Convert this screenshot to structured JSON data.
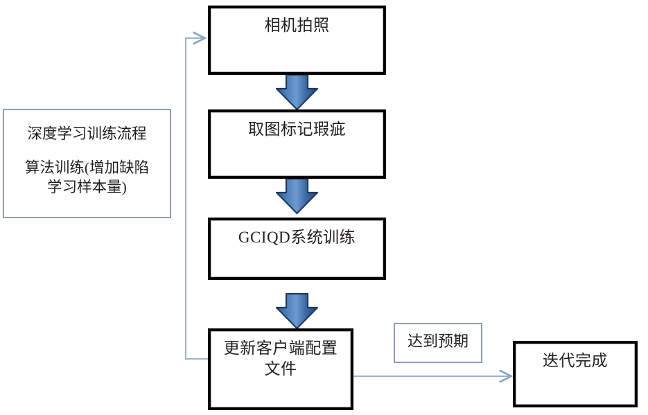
{
  "diagram": {
    "title_note": {
      "line1": "深度学习训练流程",
      "line2": "算法训练(增加缺陷",
      "line3": "学习样本量)"
    },
    "nodes": [
      {
        "id": "capture",
        "label": "相机拍照"
      },
      {
        "id": "annotate",
        "label": "取图标记瑕疵"
      },
      {
        "id": "train",
        "label": "GCIQD系统训练"
      },
      {
        "id": "update",
        "label_line1": "更新客户端配置",
        "label_line2": "文件"
      },
      {
        "id": "done",
        "label": "迭代完成"
      }
    ],
    "edge_labels": [
      {
        "id": "expected",
        "label": "达到预期"
      }
    ],
    "colors": {
      "box_border": "#000000",
      "note_border": "#8a9dbb",
      "arrow_fill": "#4a7ab5",
      "arrow_stroke": "#1f3a5f",
      "connector_line": "#8fa6c4",
      "text": "#231f20",
      "background": "#ffffff"
    }
  }
}
